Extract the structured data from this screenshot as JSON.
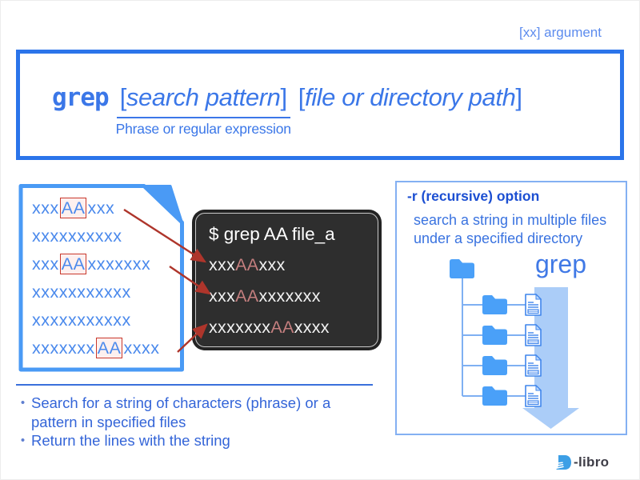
{
  "header": {
    "argument_label": "[xx] argument"
  },
  "syntax": {
    "command": "grep",
    "arg1_open": "[",
    "arg1_word": "search pattern",
    "arg1_close": "]",
    "arg1_note": "Phrase or regular expression",
    "arg2_open": "[",
    "arg2_word": "file or directory path",
    "arg2_close": "]"
  },
  "file_example": {
    "lines": [
      {
        "segments": [
          {
            "text": "xxx"
          },
          {
            "text": "AA",
            "highlight": true
          },
          {
            "text": "xxx"
          }
        ]
      },
      {
        "segments": [
          {
            "text": "xxxxxxxxxx"
          }
        ]
      },
      {
        "segments": [
          {
            "text": "xxx"
          },
          {
            "text": "AA",
            "highlight": true
          },
          {
            "text": "xxxxxxx"
          }
        ]
      },
      {
        "segments": [
          {
            "text": "xxxxxxxxxxx"
          }
        ]
      },
      {
        "segments": [
          {
            "text": "xxxxxxxxxxx"
          }
        ]
      },
      {
        "segments": [
          {
            "text": "xxxxxxx"
          },
          {
            "text": "AA",
            "highlight": true
          },
          {
            "text": "xxxx"
          }
        ]
      }
    ]
  },
  "terminal": {
    "command_line": "$ grep AA file_a",
    "output_lines": [
      {
        "segments": [
          {
            "text": "xxx"
          },
          {
            "text": "AA",
            "highlight": true
          },
          {
            "text": "xxx"
          }
        ]
      },
      {
        "segments": [
          {
            "text": "xxx"
          },
          {
            "text": "AA",
            "highlight": true
          },
          {
            "text": "xxxxxxx"
          }
        ]
      },
      {
        "segments": [
          {
            "text": "xxxxxxx"
          },
          {
            "text": "AA",
            "highlight": true
          },
          {
            "text": "xxxx"
          }
        ]
      }
    ]
  },
  "recursive_panel": {
    "title": "-r (recursive) option",
    "description_line1": "search a string in multiple files",
    "description_line2": "under a specified directory",
    "grep_label": "grep",
    "folder_count": 4,
    "file_count": 4
  },
  "notes": {
    "bullet1": "Search for a string of characters (phrase) or a pattern in specified files",
    "bullet2": "Return the lines with the string"
  },
  "footer": {
    "logo_text": "-libro"
  },
  "colors": {
    "primary_blue": "#2b74ea",
    "text_blue": "#3b77e8",
    "doc_border_blue": "#4a9af5",
    "icon_blue": "#4aa0f8",
    "soft_arrow_blue": "#abcdf8",
    "panel_border_blue": "#84b0f2",
    "match_box_red": "#c9392c",
    "arrow_red": "#ae352b",
    "terminal_bg": "#2e2e2e",
    "terminal_match_red": "#c57f7f"
  }
}
